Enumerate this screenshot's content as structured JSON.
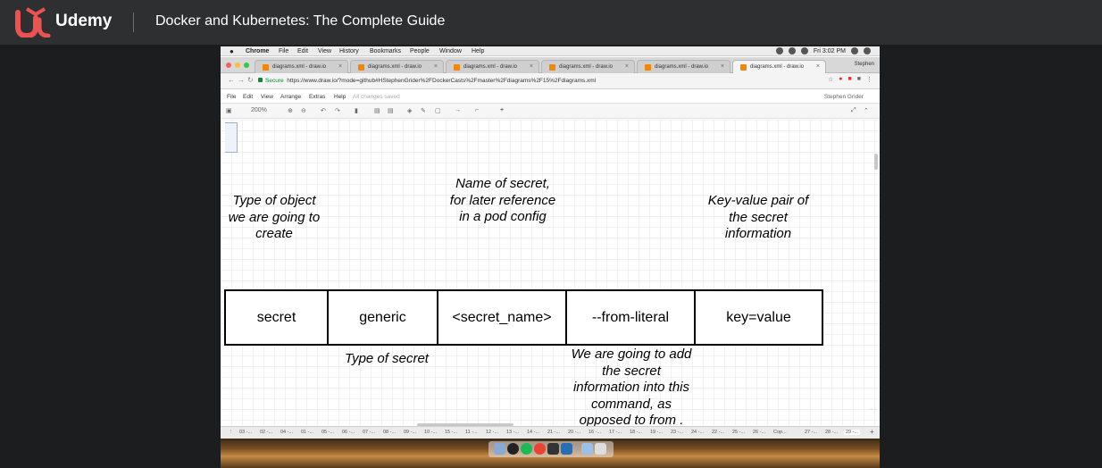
{
  "udemy": {
    "brand": "Udemy",
    "course_title": "Docker and Kubernetes: The Complete Guide",
    "brand_color": "#a435f0"
  },
  "mac_menubar": {
    "app": "Chrome",
    "menus": [
      "File",
      "Edit",
      "View",
      "History",
      "Bookmarks",
      "People",
      "Window",
      "Help"
    ],
    "clock": "Fri 3:02 PM"
  },
  "browser": {
    "tabs": [
      {
        "title": "diagrams.xml - draw.io"
      },
      {
        "title": "diagrams.xml - draw.io"
      },
      {
        "title": "diagrams.xml - draw.io"
      },
      {
        "title": "diagrams.xml - draw.io"
      },
      {
        "title": "diagrams.xml - draw.io"
      },
      {
        "title": "diagrams.xml - draw.io"
      }
    ],
    "profile": "Stephen",
    "secure_label": "Secure",
    "url": "https://www.draw.io/?mode=github#HStephenGrider%2FDockerCasts%2Fmaster%2Fdiagrams%2F15%2Fdiagrams.xml"
  },
  "drawio": {
    "menus": [
      "File",
      "Edit",
      "View",
      "Arrange",
      "Extras",
      "Help"
    ],
    "saved_status": "All changes saved",
    "user": "Stephen Grider",
    "zoom": "200%"
  },
  "diagram": {
    "cells": [
      "secret",
      "generic",
      "<secret_name>",
      "--from-literal",
      "key=value"
    ],
    "notes": {
      "type_of_object": "Type of object we are going to create",
      "name_of_secret": "Name of secret, for later reference in a pod config",
      "key_value": "Key-value pair of the secret information",
      "type_of_secret": "Type of secret",
      "add_info": "We are going to add the secret information into this command, as opposed to from . file"
    }
  },
  "page_tabs": [
    "03 -...",
    "02 -...",
    "04 -...",
    "01 -...",
    "05 -...",
    "06 -...",
    "07 -...",
    "08 -...",
    "09 -...",
    "10 -...",
    "15 -...",
    "11 -...",
    "12 -...",
    "13 -...",
    "14 -...",
    "21 -...",
    "20 -...",
    "16 -...",
    "17 -...",
    "18 -...",
    "19 -...",
    "23 -...",
    "24 -...",
    "22 -...",
    "25 -...",
    "26 -...",
    "Cop...",
    "27 -...",
    "28 -...",
    "29 -..."
  ]
}
